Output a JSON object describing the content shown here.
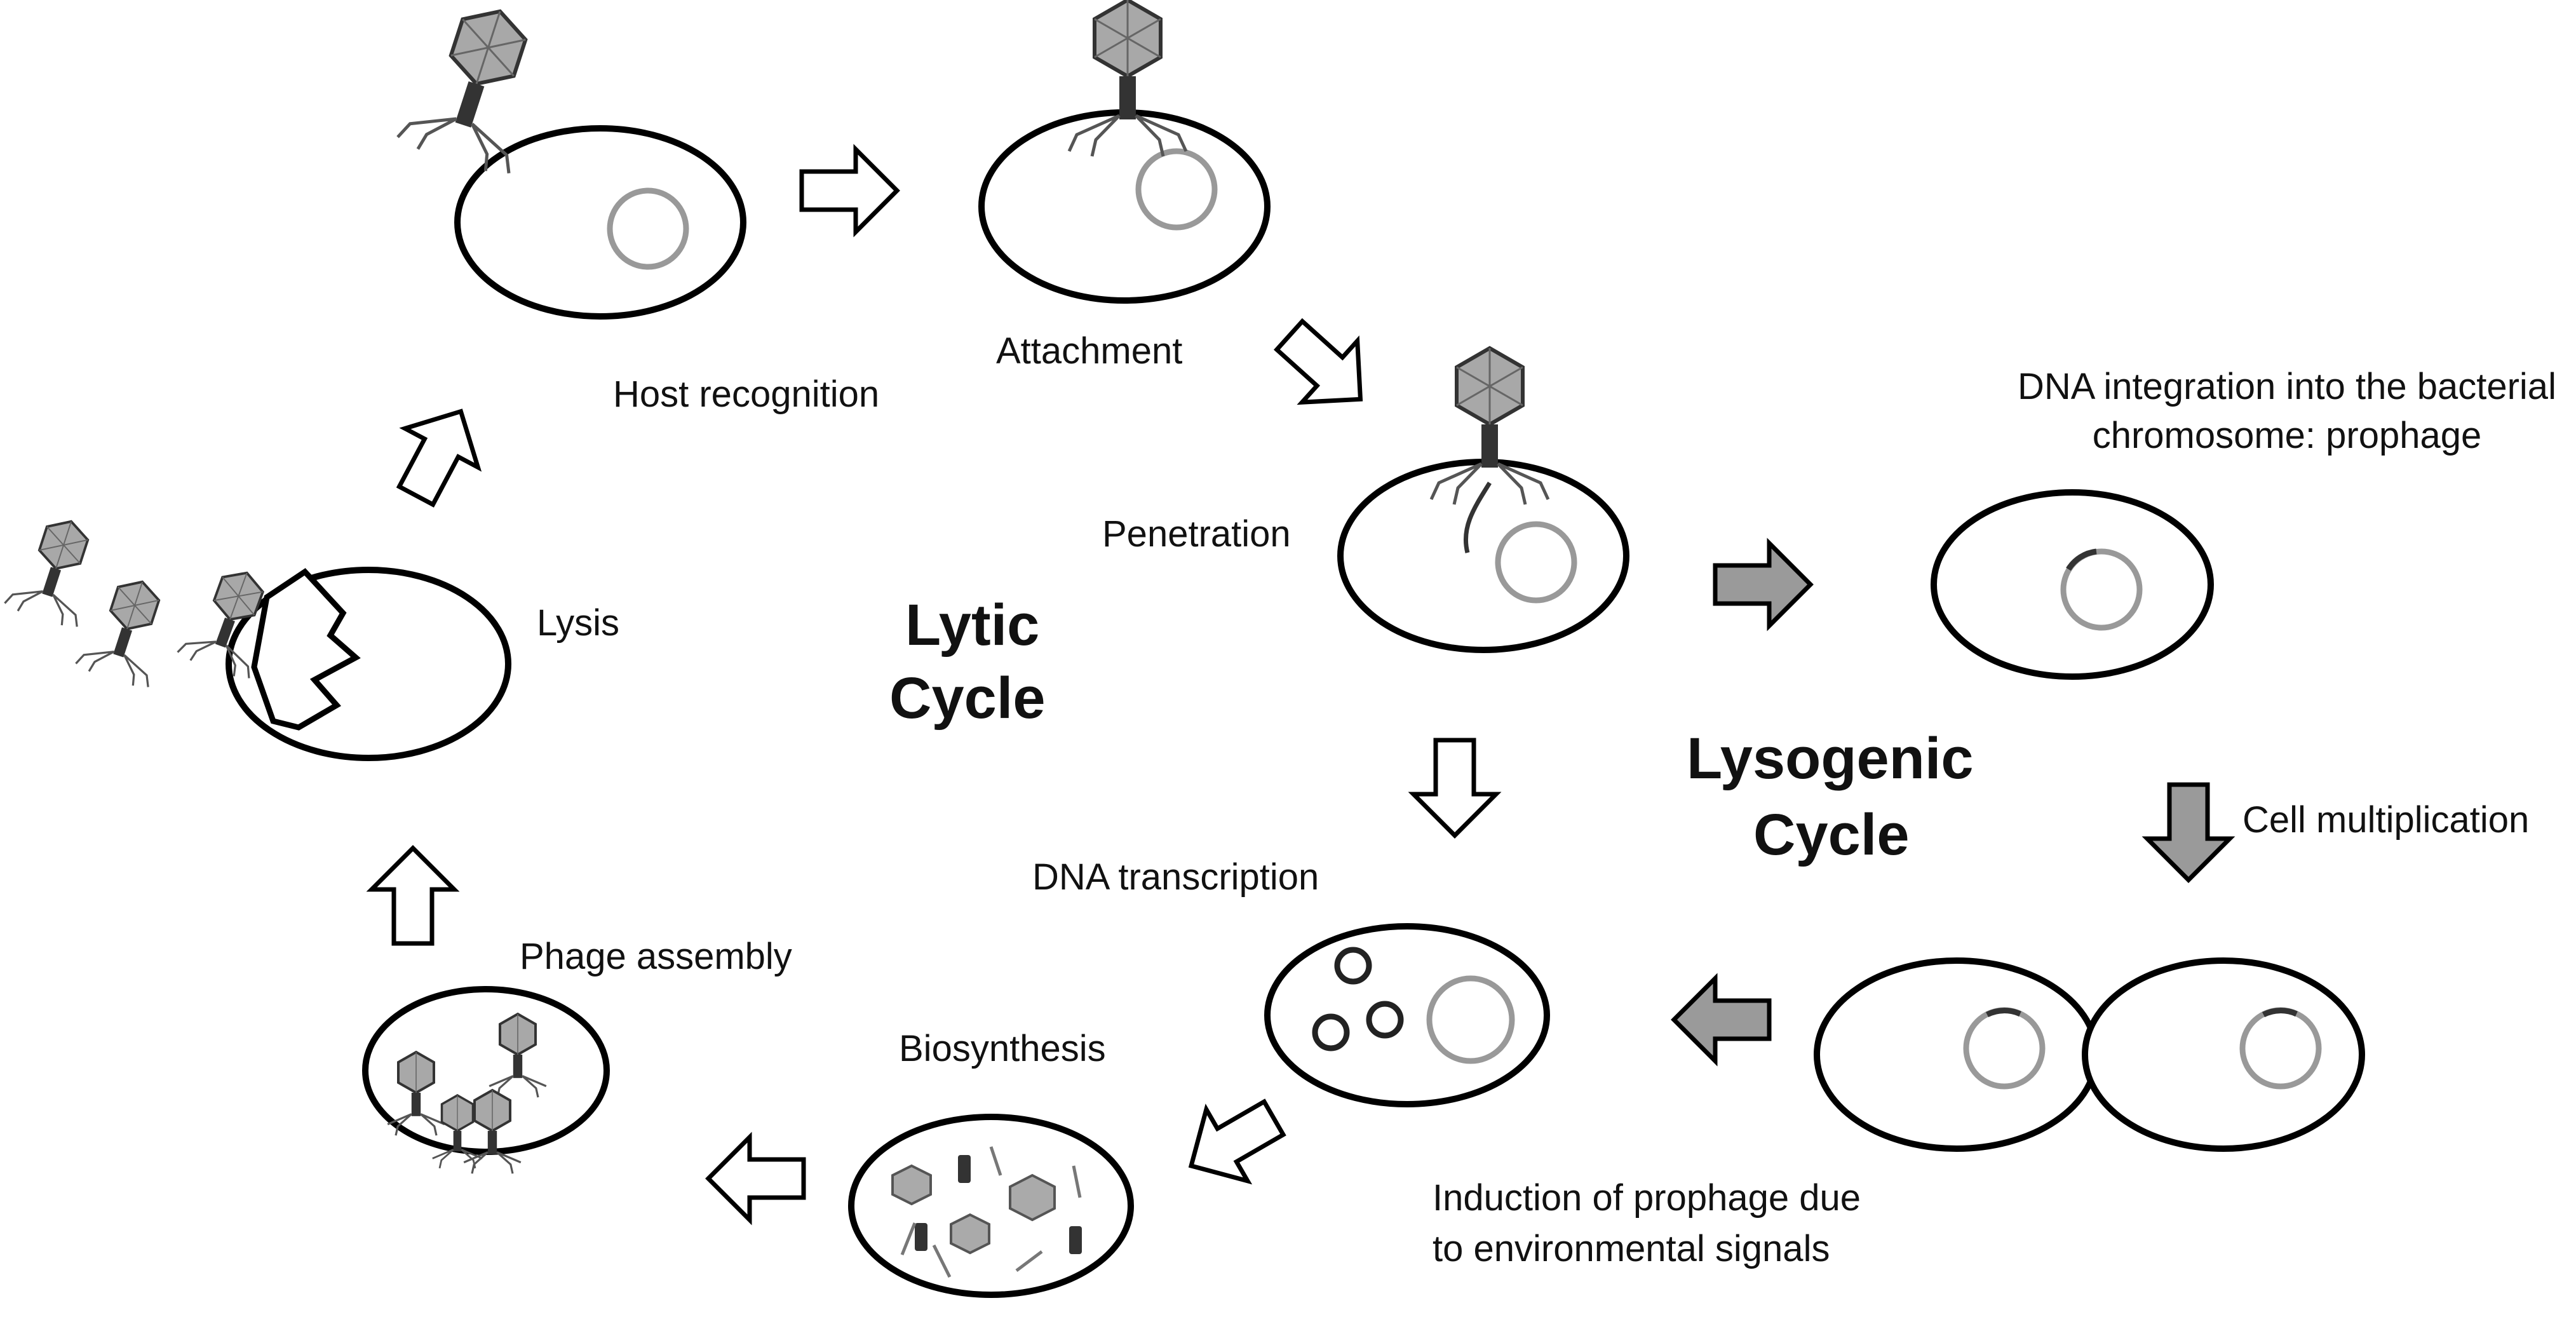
{
  "labels": {
    "host_recognition": "Host recognition",
    "attachment": "Attachment",
    "penetration": "Penetration",
    "lysis": "Lysis",
    "dna_transcription": "DNA transcription",
    "biosynthesis": "Biosynthesis",
    "phage_assembly": "Phage assembly",
    "integration_line1": "DNA integration into the bacterial",
    "integration_line2": "chromosome: prophage",
    "cell_multiplication": "Cell multiplication",
    "induction_line1": "Induction of prophage due",
    "induction_line2": "to environmental signals"
  },
  "cycles": {
    "lytic_line1": "Lytic",
    "lytic_line2": "Cycle",
    "lysogenic_line1": "Lysogenic",
    "lysogenic_line2": "Cycle"
  },
  "colors": {
    "lytic_arrow_fill": "#ffffff",
    "lysogenic_arrow_fill": "#9a9a9a",
    "chromosome": "#999999",
    "prophage_segment": "#333333",
    "capsid": "#a8a8a8"
  }
}
